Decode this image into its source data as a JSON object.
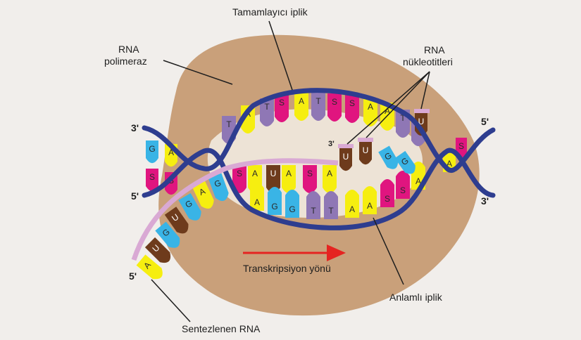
{
  "labels": {
    "template_strand": "Tamamlayıcı iplik",
    "rna_polymerase_line1": "RNA",
    "rna_polymerase_line2": "polimeraz",
    "rna_nucleotides_line1": "RNA",
    "rna_nucleotides_line2": "nükleotitleri",
    "direction": "Transkripsiyon yönü",
    "sense_strand": "Anlamlı iplik",
    "synthesized_rna": "Sentezlenen RNA"
  },
  "ends": {
    "left_top": "3'",
    "left_bottom": "5'",
    "right_top": "5'",
    "right_bottom": "3'",
    "rna_tip": "3'",
    "rna_start": "5'"
  },
  "bases": {
    "left_top": [
      "G",
      "S"
    ],
    "left_bottom": [
      "A",
      "S"
    ],
    "top_strand": [
      "T",
      "A",
      "T",
      "S",
      "A",
      "T",
      "S",
      "S",
      "A",
      "A",
      "T",
      "T"
    ],
    "bottom_dna": [
      "A",
      "G",
      "G",
      "T",
      "T",
      "A",
      "A",
      "S",
      "S",
      "A"
    ],
    "rna_paired": [
      "S",
      "A",
      "U",
      "A",
      "S",
      "A"
    ],
    "rna_tail": [
      "G",
      "A",
      "G",
      "U",
      "G",
      "U",
      "A"
    ],
    "free_nucleotides": [
      "U",
      "U",
      "G",
      "G"
    ],
    "right_end": [
      "S",
      "A"
    ]
  },
  "colors": {
    "background": "#f1eeeb",
    "polymerase": "#c9a07a",
    "backbone": "#2e3d8f",
    "rna_strand": "#d9a9d4",
    "A": "#f6ee10",
    "T": "#8f77b5",
    "G": "#39b4e6",
    "S": "#e0157f",
    "U": "#6e3b1c",
    "arrow": "#e52421"
  }
}
